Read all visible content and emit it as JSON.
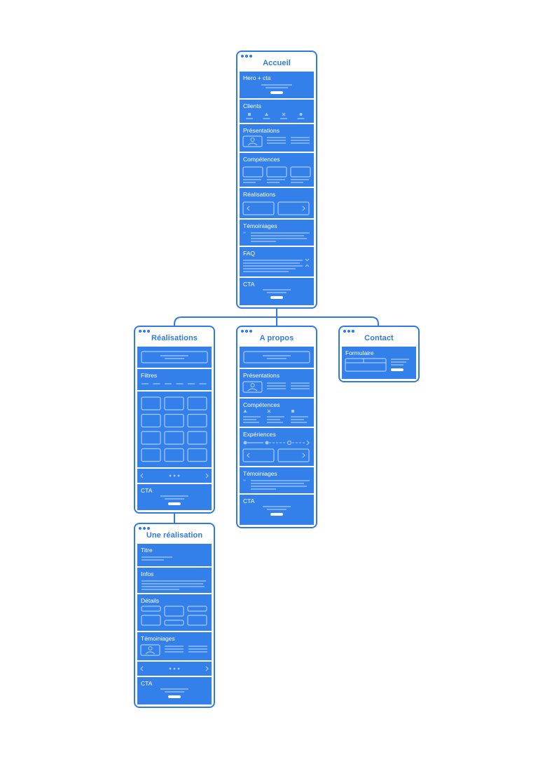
{
  "colors": {
    "accent": "#2f7ae5",
    "block": "#3380eb",
    "wire": "#a9c9f6"
  },
  "pages": [
    {
      "id": "accueil",
      "title": "Accueil",
      "sections": [
        {
          "label": "Hero + cta",
          "wire": "hero"
        },
        {
          "label": "Clients",
          "wire": "clients"
        },
        {
          "label": "Présentations",
          "wire": "presentation"
        },
        {
          "label": "Compétences",
          "wire": "competences-boxes"
        },
        {
          "label": "Réalisations",
          "wire": "slider"
        },
        {
          "label": "Témoiniages",
          "wire": "testimonial"
        },
        {
          "label": "FAQ",
          "wire": "faq"
        },
        {
          "label": "CTA",
          "wire": "cta"
        }
      ]
    },
    {
      "id": "realisations",
      "title": "Réalisations",
      "sections": [
        {
          "label": "",
          "wire": "header-bar"
        },
        {
          "label": "Filtres",
          "wire": "filters"
        },
        {
          "label": "",
          "wire": "grid"
        },
        {
          "label": "",
          "wire": "pagination"
        },
        {
          "label": "CTA",
          "wire": "cta"
        }
      ]
    },
    {
      "id": "apropos",
      "title": "A propos",
      "sections": [
        {
          "label": "",
          "wire": "header-bar"
        },
        {
          "label": "Présentations",
          "wire": "presentation"
        },
        {
          "label": "Compétences",
          "wire": "competences-icons"
        },
        {
          "label": "Expériences",
          "wire": "experiences"
        },
        {
          "label": "Témoiniages",
          "wire": "testimonial"
        },
        {
          "label": "CTA",
          "wire": "cta"
        }
      ]
    },
    {
      "id": "contact",
      "title": "Contact",
      "sections": [
        {
          "label": "Formulaire",
          "wire": "form"
        }
      ]
    },
    {
      "id": "une-realisation",
      "title": "Une réalisation",
      "sections": [
        {
          "label": "Titre",
          "wire": "title-lines"
        },
        {
          "label": "Infos",
          "wire": "info-lines"
        },
        {
          "label": "Détails",
          "wire": "details"
        },
        {
          "label": "Témoiniages",
          "wire": "presentation"
        },
        {
          "label": "",
          "wire": "pagination"
        },
        {
          "label": "CTA",
          "wire": "cta"
        }
      ]
    }
  ]
}
